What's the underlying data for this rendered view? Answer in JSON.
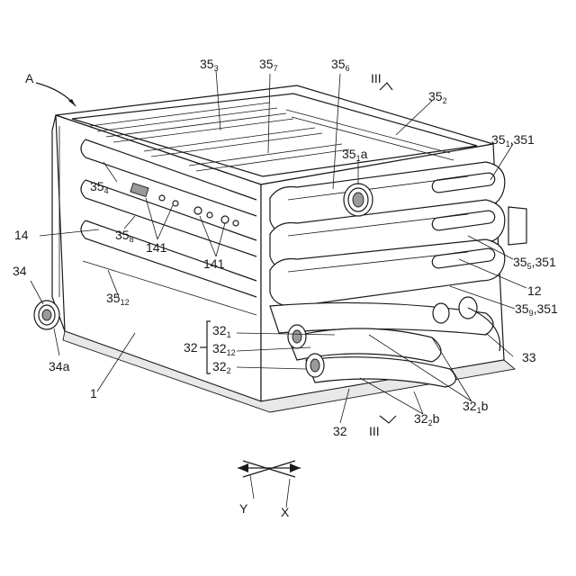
{
  "labels": {
    "A": "A",
    "l353": "35",
    "l353s": "3",
    "l357": "35",
    "l357s": "7",
    "l356": "35",
    "l356s": "6",
    "sec_top": "III",
    "l352": "35",
    "l352s": "2",
    "l351a": "35",
    "l351as": "1",
    "l351aa": "a",
    "l351": "35",
    "l351s": "1",
    "l351b": ",351",
    "l354": "35",
    "l354s": "4",
    "l14": "14",
    "l358": "35",
    "l358s": "8",
    "l141a": "141",
    "l141b": "141",
    "l355": "35",
    "l355s": "5",
    "l355b": ",351",
    "l34": "34",
    "l3512": "35",
    "l3512s": "12",
    "l12": "12",
    "l359": "35",
    "l359s": "9",
    "l359b": ",351",
    "l32_1": "32",
    "l32_1s": "1",
    "l32": "32",
    "l32_12": "32",
    "l32_12s": "12",
    "l33": "33",
    "l34a": "34a",
    "l32_2": "32",
    "l32_2s": "2",
    "l1": "1",
    "l321b": "32",
    "l321bs": "1",
    "l321bb": "b",
    "l322b": "32",
    "l322bs": "2",
    "l322bb": "b",
    "l32bottom": "32",
    "sec_bot": "III",
    "Y": "Y",
    "X": "X"
  }
}
